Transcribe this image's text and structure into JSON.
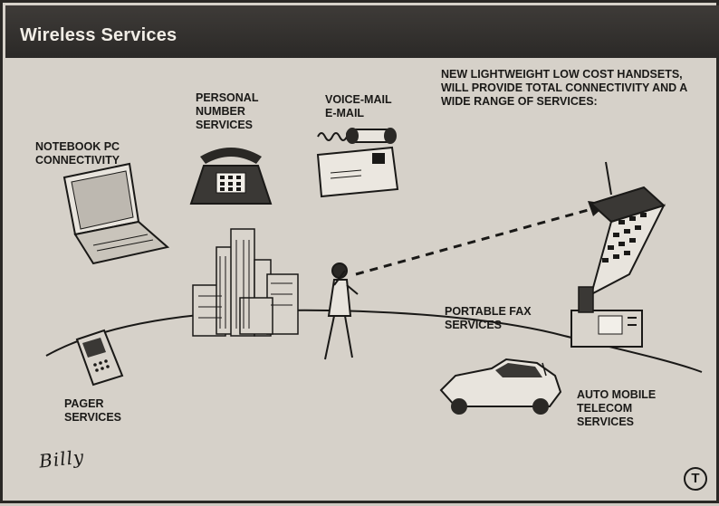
{
  "title": "Wireless Services",
  "labels": {
    "notebook": "NOTEBOOK PC\nCONNECTIVITY",
    "personal_number": "PERSONAL\nNUMBER\nSERVICES",
    "voicemail": "VOICE-MAIL\nE-MAIL",
    "handsets": "NEW LIGHTWEIGHT LOW COST HANDSETS,\nWILL PROVIDE TOTAL CONNECTIVITY AND A\nWIDE RANGE OF SERVICES:",
    "portable_fax": "PORTABLE FAX\nSERVICES",
    "pager": "PAGER\nSERVICES",
    "auto_mobile": "AUTO MOBILE\nTELECOM\nSERVICES"
  },
  "signature": "Billy",
  "corner_mark": "T"
}
